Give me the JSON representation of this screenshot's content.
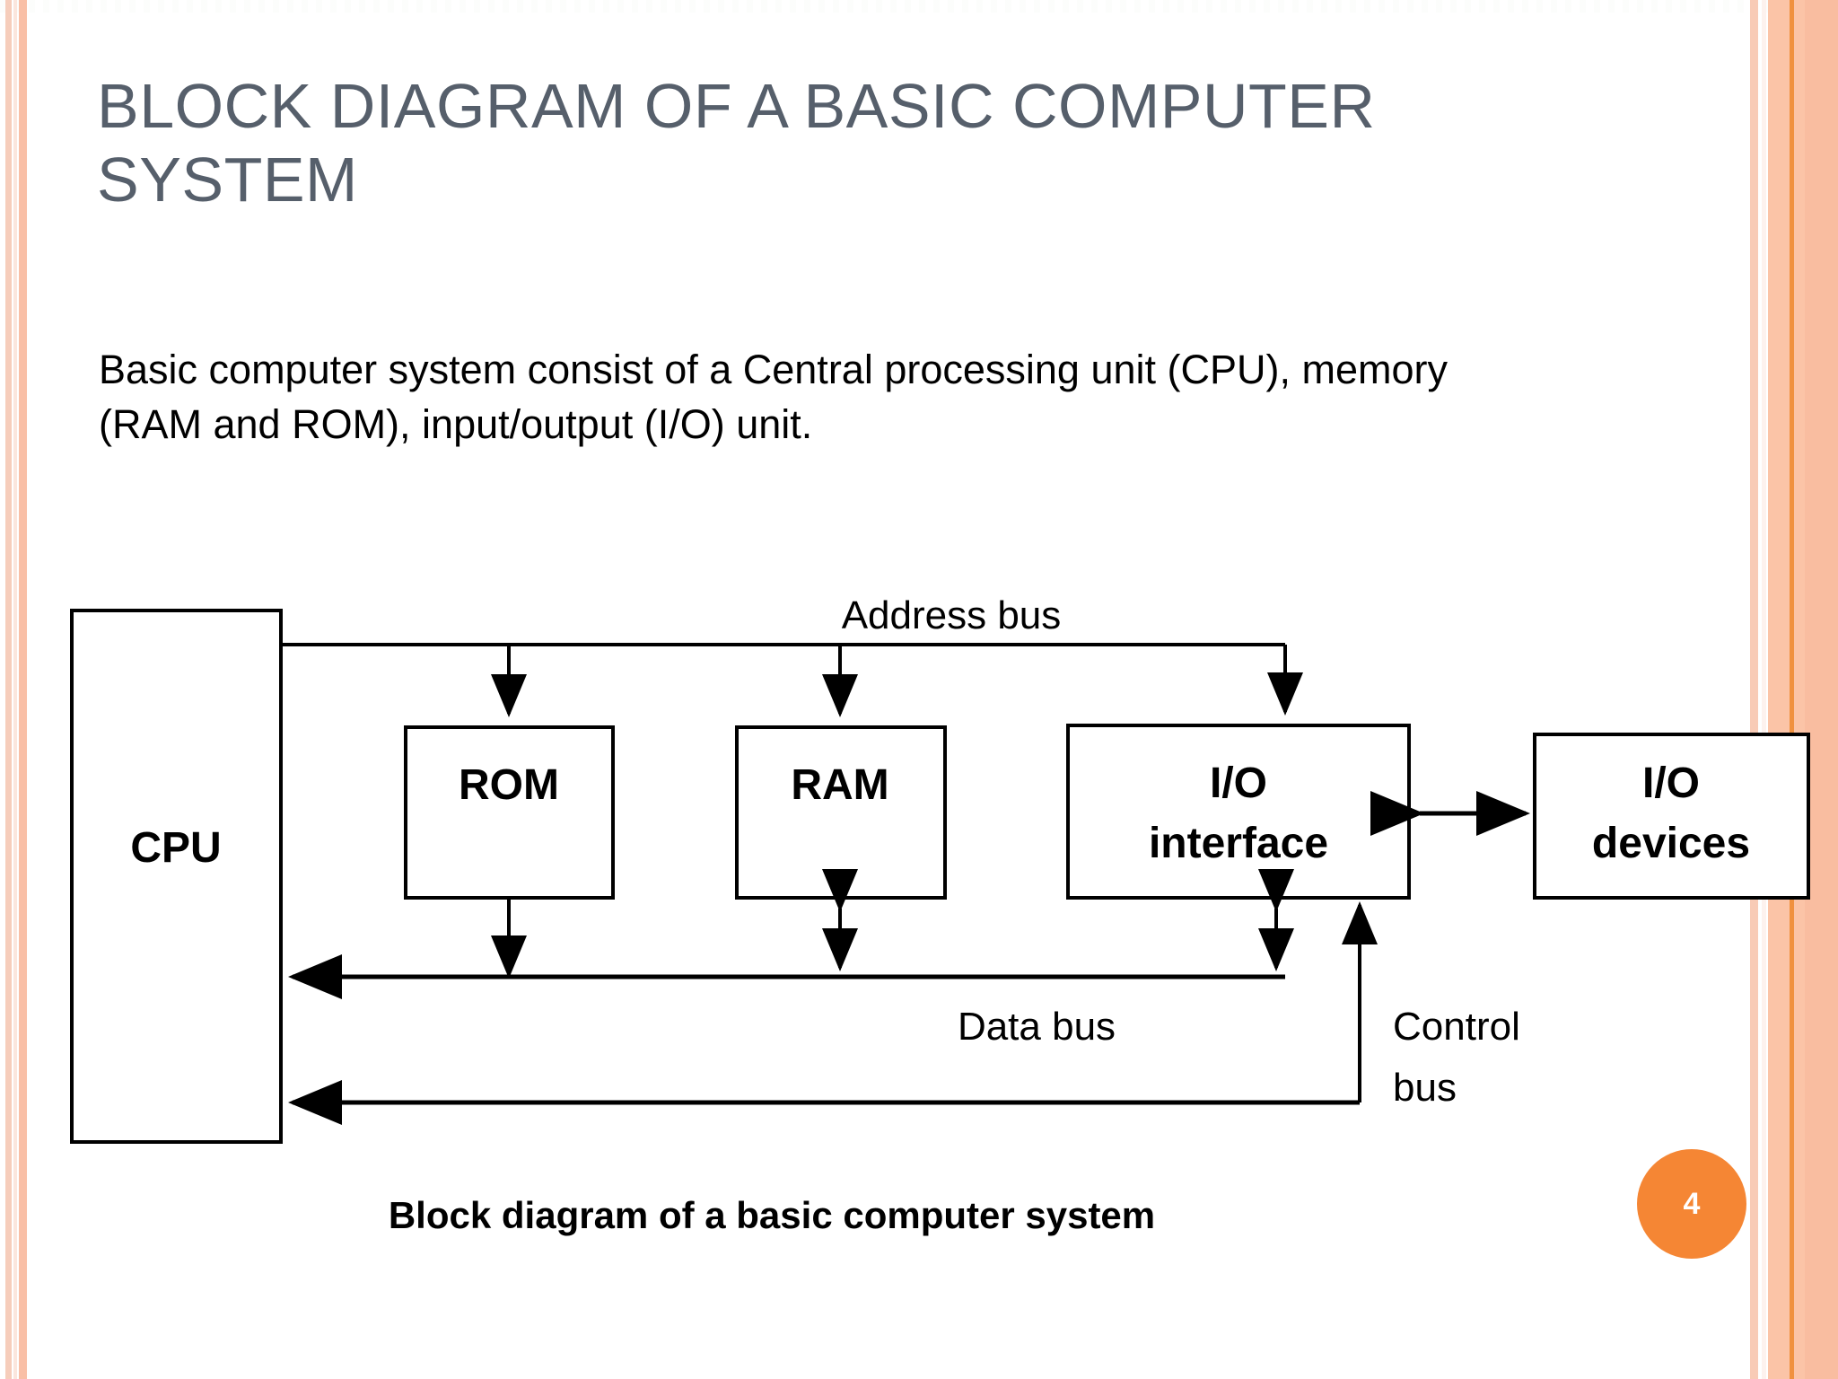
{
  "slide": {
    "number": "4",
    "title": "BLOCK DIAGRAM OF A BASIC COMPUTER SYSTEM",
    "body": "Basic computer system consist of a Central processing unit (CPU), memory (RAM and ROM), input/output (I/O) unit.",
    "caption": "Block diagram of a basic computer system"
  },
  "colors": {
    "title": "#565F6B",
    "accent": "#F58634",
    "stripe_light": "#FBE6DD",
    "stripe_mid": "#F8CBB6",
    "stripe_dark": "#F9BDA0",
    "diagram_stroke": "#000000"
  },
  "diagram": {
    "blocks": [
      {
        "id": "cpu",
        "label": "CPU"
      },
      {
        "id": "rom",
        "label": "ROM"
      },
      {
        "id": "ram",
        "label": "RAM"
      },
      {
        "id": "io_interface",
        "label_line1": "I/O",
        "label_line2": "interface"
      },
      {
        "id": "io_devices",
        "label_line1": "I/O",
        "label_line2": "devices"
      }
    ],
    "buses": [
      {
        "id": "address_bus",
        "label": "Address bus"
      },
      {
        "id": "data_bus",
        "label": "Data bus"
      },
      {
        "id": "control_bus",
        "label_line1": "Control",
        "label_line2": "bus"
      }
    ]
  }
}
